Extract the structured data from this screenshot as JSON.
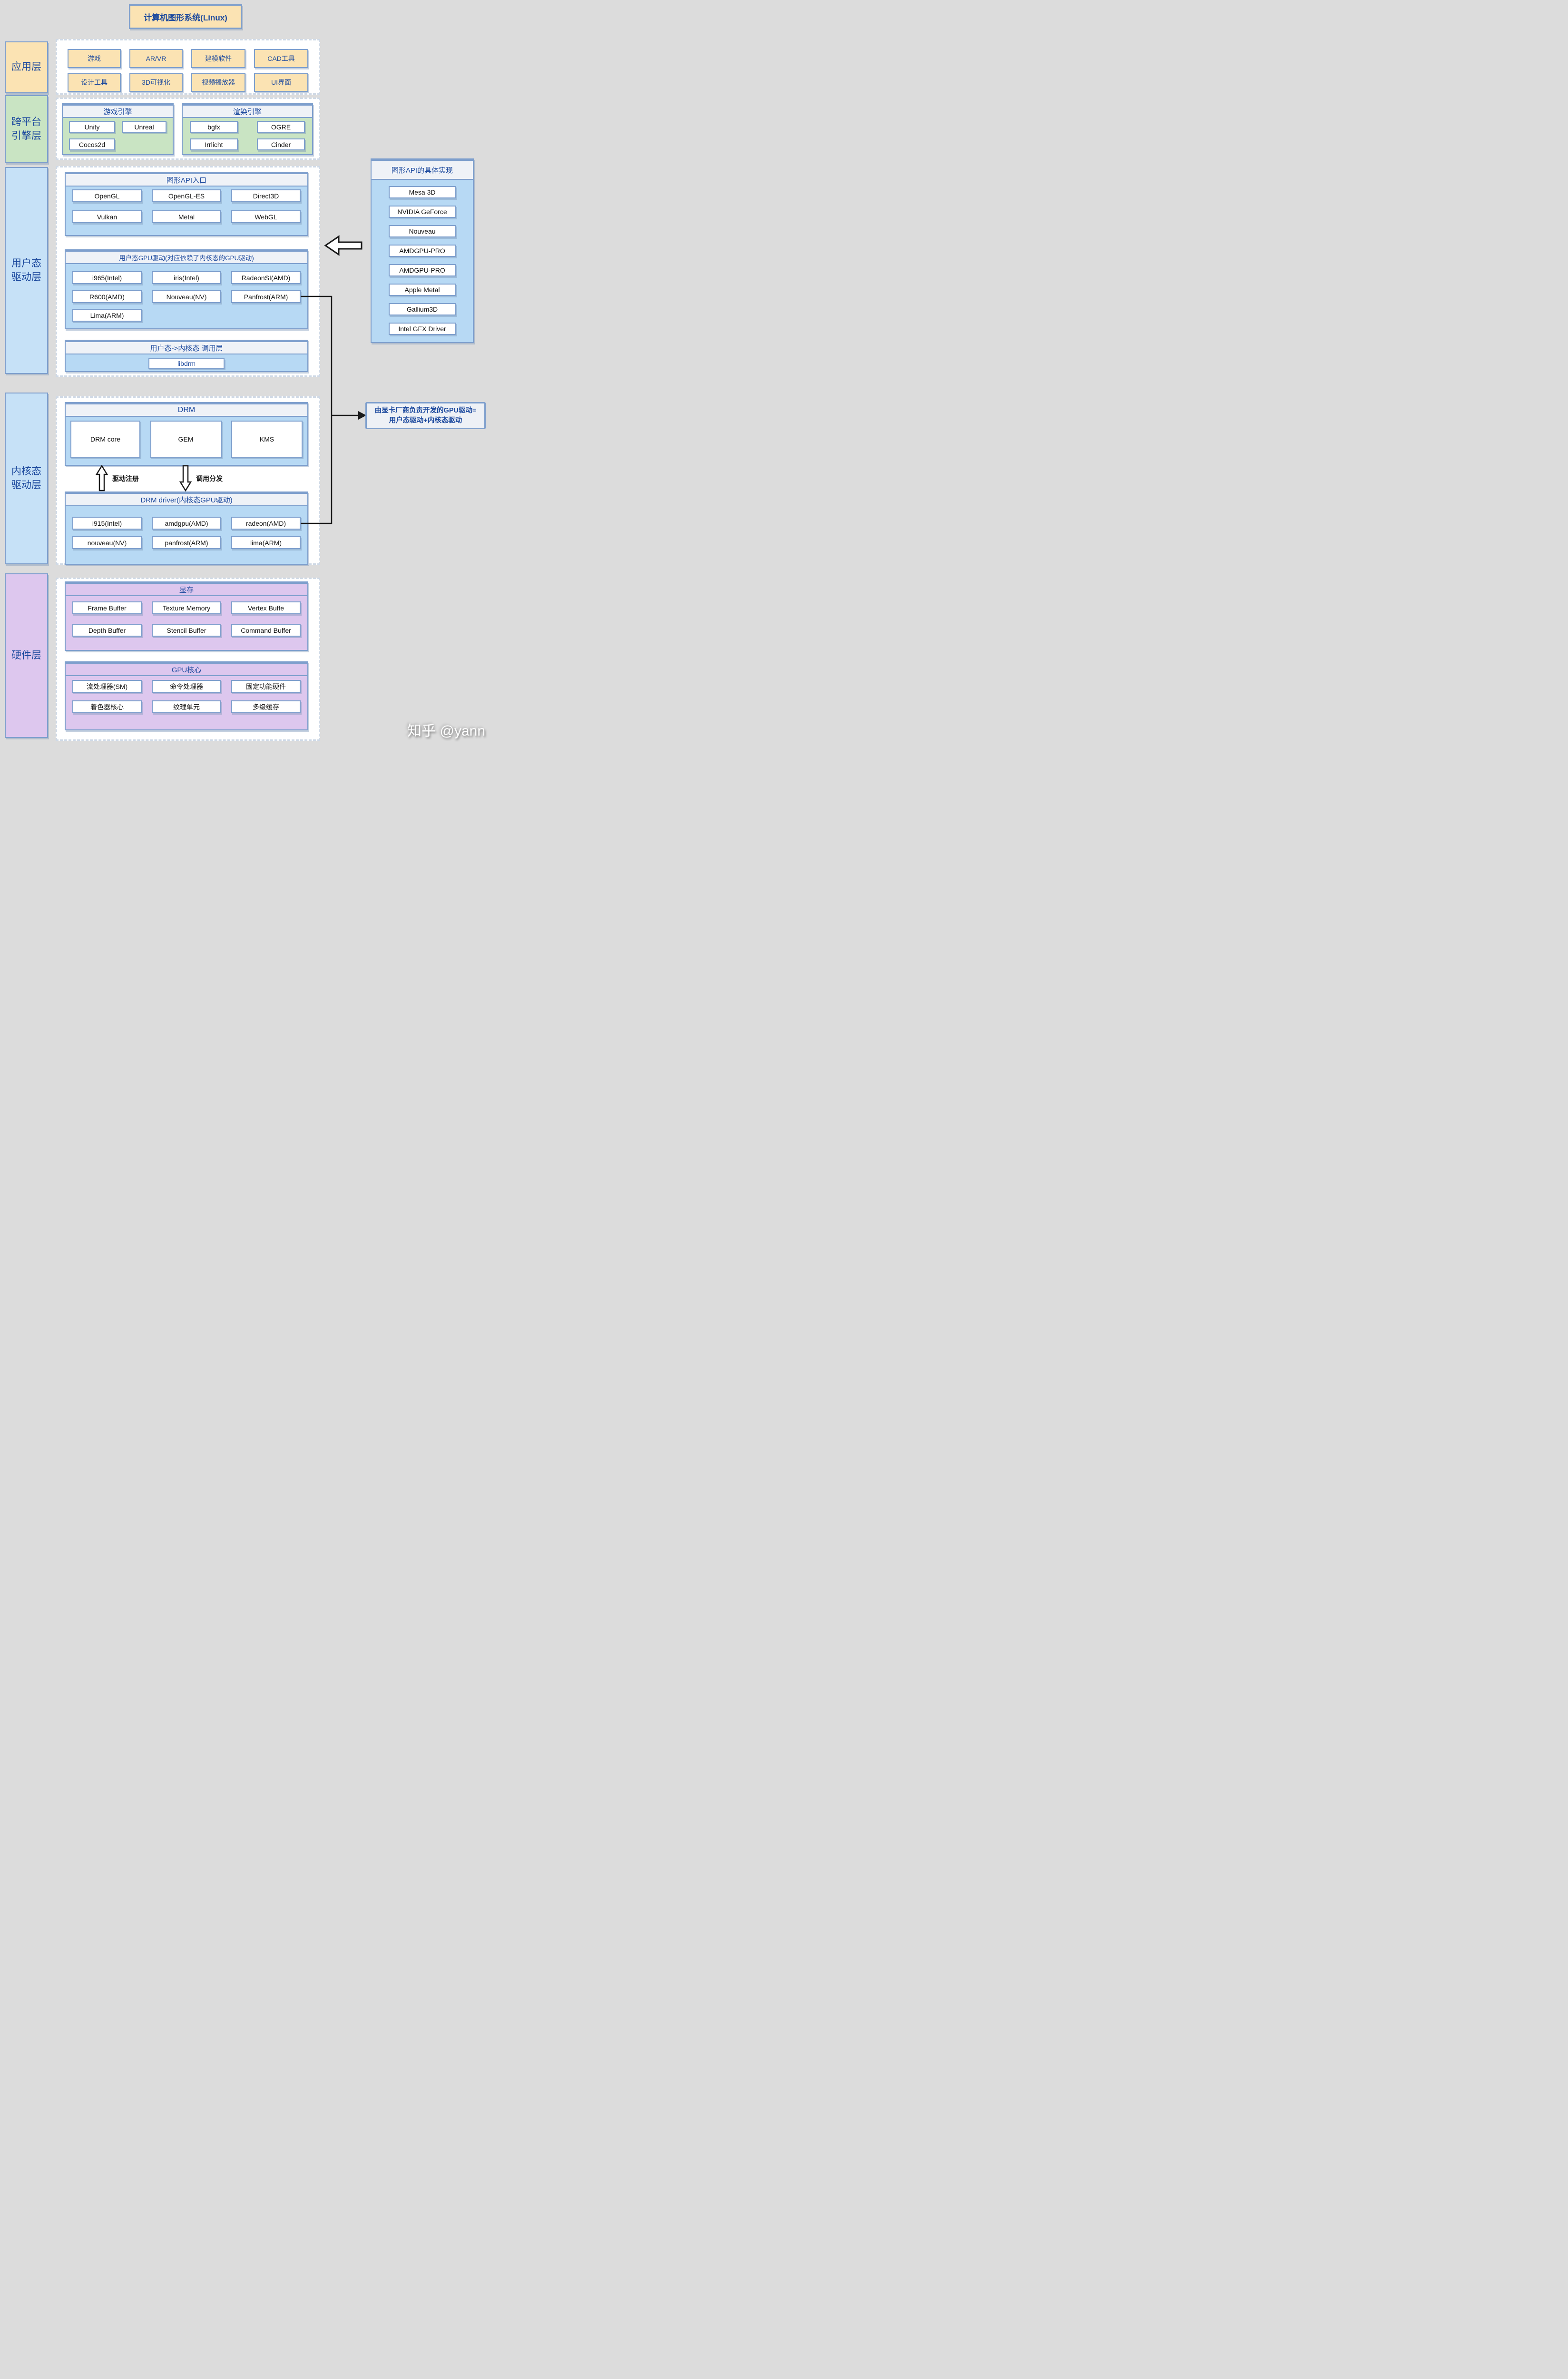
{
  "title": "计算机图形系统(Linux)",
  "watermark": "知乎 @yann",
  "colors": {
    "background": "#dcdcdc",
    "orange_fill": "#fbe3b3",
    "green_fill": "#c9e4c3",
    "blue_fill": "#b7d9f4",
    "blue_label_fill": "#c6e1f7",
    "purple_fill": "#ddc7ee",
    "header_fill": "#eff2f7",
    "border_blue": "#7e9fcd",
    "text_blue": "#1d4a9e",
    "connector_black": "#1a1a1a"
  },
  "layers": {
    "app": {
      "label": "应用层",
      "items": [
        "游戏",
        "AR/VR",
        "建模软件",
        "CAD工具",
        "设计工具",
        "3D可视化",
        "视频播放器",
        "UI界面"
      ]
    },
    "engine": {
      "label_line1": "跨平台",
      "label_line2": "引擎层",
      "groups": [
        {
          "title": "游戏引擎",
          "items": [
            "Unity",
            "Unreal",
            "Cocos2d"
          ]
        },
        {
          "title": "渲染引擎",
          "items": [
            "bgfx",
            "OGRE",
            "Irrlicht",
            "Cinder"
          ]
        }
      ]
    },
    "user": {
      "label_line1": "用户态",
      "label_line2": "驱动层",
      "groups": [
        {
          "title": "图形API入口",
          "items": [
            "OpenGL",
            "OpenGL-ES",
            "Direct3D",
            "Vulkan",
            "Metal",
            "WebGL"
          ]
        },
        {
          "title": "用户态GPU驱动(对应依赖了内核态的GPU驱动)",
          "items": [
            "i965(Intel)",
            "iris(Intel)",
            "RadeonSI(AMD)",
            "R600(AMD)",
            "Nouveau(NV)",
            "Panfrost(ARM)",
            "Lima(ARM)"
          ]
        },
        {
          "title": "用户态->内核态 调用层",
          "items": [
            "libdrm"
          ]
        }
      ]
    },
    "kernel": {
      "label_line1": "内核态",
      "label_line2": "驱动层",
      "drm": {
        "title": "DRM",
        "items": [
          "DRM core",
          "GEM",
          "KMS"
        ]
      },
      "arrow_up_label": "驱动注册",
      "arrow_down_label": "调用分发",
      "drm_driver": {
        "title": "DRM driver(内核态GPU驱动)",
        "items": [
          "i915(Intel)",
          "amdgpu(AMD)",
          "radeon(AMD)",
          "nouveau(NV)",
          "panfrost(ARM)",
          "lima(ARM)"
        ]
      }
    },
    "hardware": {
      "label": "硬件层",
      "groups": [
        {
          "title": "显存",
          "items": [
            "Frame Buffer",
            "Texture Memory",
            "Vertex Buffe",
            "Depth Buffer",
            "Stencil Buffer",
            "Command Buffer"
          ]
        },
        {
          "title": "GPU核心",
          "items": [
            "流处理器(SM)",
            "命令处理器",
            "固定功能硬件",
            "着色器核心",
            "纹理单元",
            "多级缓存"
          ]
        }
      ]
    }
  },
  "side_panel": {
    "title": "图形API的具体实现",
    "items": [
      "Mesa 3D",
      "NVIDIA GeForce",
      "Nouveau",
      "AMDGPU-PRO",
      "AMDGPU-PRO",
      "Apple Metal",
      "Gallium3D",
      "Intel GFX Driver"
    ]
  },
  "annotation": {
    "line1": "由显卡厂商负责开发的GPU驱动=",
    "line2": "用户态驱动+内核态驱动"
  }
}
